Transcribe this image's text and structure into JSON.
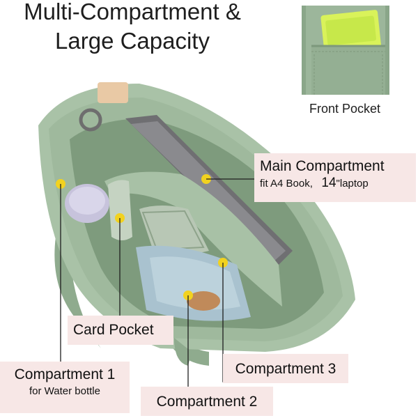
{
  "title": {
    "line1": "Multi-Compartment &",
    "line2": "Large Capacity"
  },
  "front_pocket": {
    "caption": "Front Pocket"
  },
  "callouts": {
    "main": {
      "title": "Main Compartment",
      "subtitle_a": "fit A4 Book,",
      "subtitle_b": "14",
      "subtitle_c": "\"laptop"
    },
    "card": {
      "title": "Card Pocket"
    },
    "compartment1": {
      "title": "Compartment 1",
      "subtitle": "for Water bottle"
    },
    "compartment2": {
      "title": "Compartment 2"
    },
    "compartment3": {
      "title": "Compartment 3"
    }
  },
  "colors": {
    "canvas_green": "#9db59a",
    "canvas_dark": "#7f9c7e",
    "label_bg": "#f7e7e6",
    "marker": "#f2d21f"
  }
}
